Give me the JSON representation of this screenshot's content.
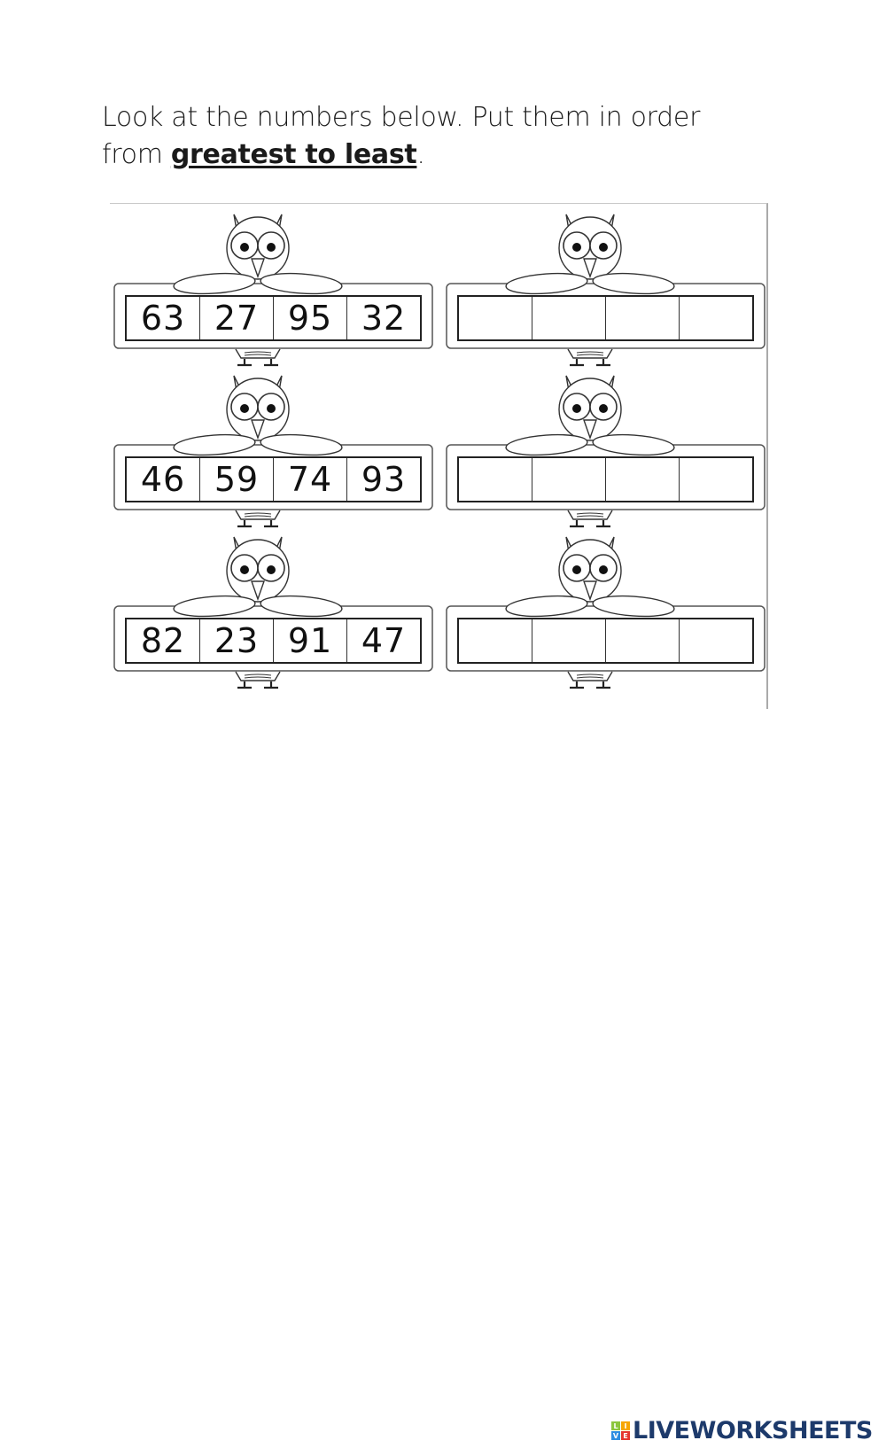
{
  "instructions": {
    "line1": "Look at the numbers below. Put them in order",
    "line2_prefix": "from ",
    "line2_emphasis": "greatest to least",
    "line2_suffix": "."
  },
  "exercises": [
    {
      "given": [
        "63",
        "27",
        "95",
        "32"
      ],
      "answers": [
        "",
        "",
        "",
        ""
      ]
    },
    {
      "given": [
        "46",
        "59",
        "74",
        "93"
      ],
      "answers": [
        "",
        "",
        "",
        ""
      ]
    },
    {
      "given": [
        "82",
        "23",
        "91",
        "47"
      ],
      "answers": [
        "",
        "",
        "",
        ""
      ]
    }
  ],
  "footer": {
    "logo_tiles": [
      "L",
      "I",
      "V",
      "E"
    ],
    "logo_tile_colors": [
      "#8cc63f",
      "#f7a600",
      "#2e8ee0",
      "#e5362d"
    ],
    "logo_text": "LIVEWORKSHEETS",
    "logo_color": "#1d3a6b"
  }
}
